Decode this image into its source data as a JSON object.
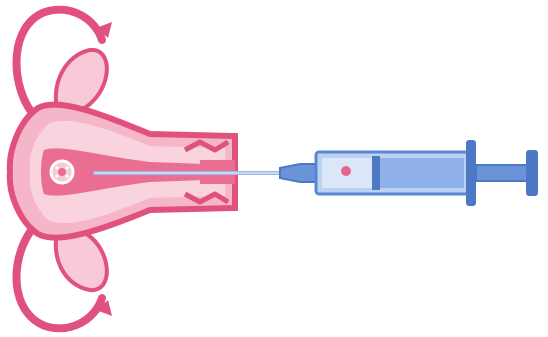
{
  "illustration": {
    "subject": "iui-procedure-illustration",
    "colors": {
      "uterus_outline": "#e0527d",
      "uterus_fill": "#f4b6c8",
      "uterus_light": "#f9d3de",
      "uterus_inner": "#ea6d92",
      "egg_fill": "#f8c9d6",
      "catheter": "#9fb7e6",
      "syringe_barrel": "#bcd2f2",
      "syringe_outline": "#5a86d1",
      "syringe_plunger": "#4d78c6",
      "syringe_fluid": "#8fb0e8",
      "droplet": "#e8628a"
    },
    "parts": [
      "uterus",
      "left-fallopian-tube",
      "right-fallopian-tube",
      "left-ovary",
      "right-ovary",
      "cervix",
      "egg",
      "catheter",
      "syringe"
    ]
  }
}
